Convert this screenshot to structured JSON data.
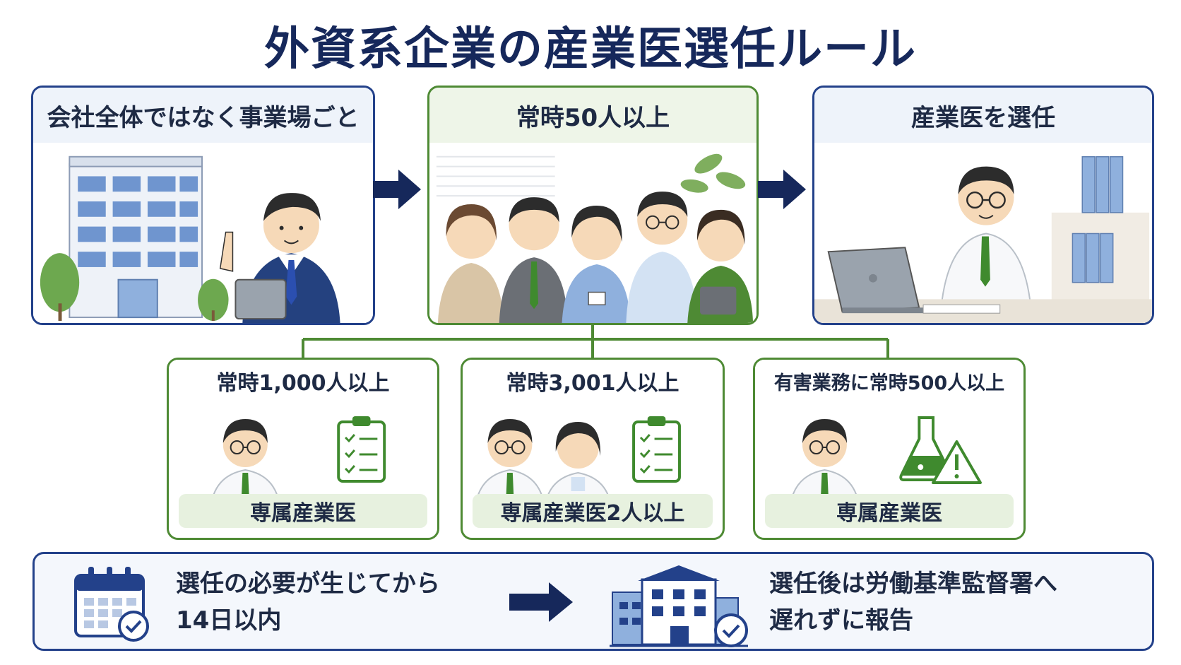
{
  "title": "外資系企業の産業医選任ルール",
  "top_panels": [
    {
      "heading": "会社全体ではなく事業場ごと"
    },
    {
      "heading": "常時50人以上"
    },
    {
      "heading": "産業医を選任"
    }
  ],
  "sub_panels": [
    {
      "heading": "常時1,000人以上",
      "label": "専属産業医"
    },
    {
      "heading": "常時3,001人以上",
      "label": "専属産業医2人以上"
    },
    {
      "heading": "有害業務に常時500人以上",
      "label": "専属産業医"
    }
  ],
  "bottom": {
    "left_line1": "選任の必要が生じてから",
    "left_line2": "14日以内",
    "right_line1": "選任後は労働基準監督署へ",
    "right_line2": "遅れずに報告"
  },
  "colors": {
    "navy": "#16285b",
    "blue_border": "#23418a",
    "green_border": "#4e8a34",
    "green_accent": "#3f8a2e"
  },
  "icons": [
    "office-building-icon",
    "arrow-right-icon",
    "clipboard-checklist-icon",
    "flask-warning-icon",
    "calendar-check-icon",
    "government-office-icon"
  ]
}
